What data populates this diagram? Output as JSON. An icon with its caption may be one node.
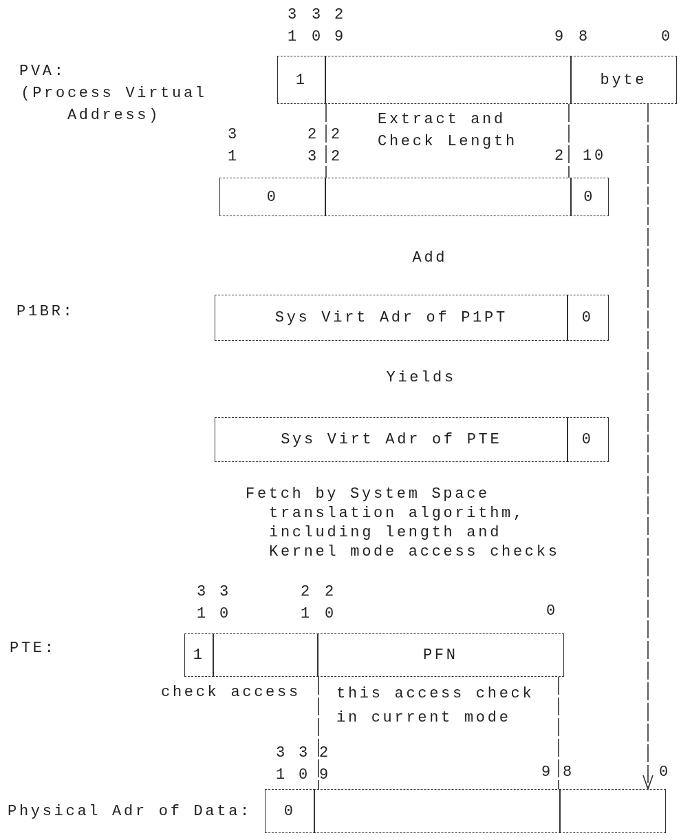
{
  "diagram": {
    "nodes": [
      {
        "text": [
          "1"
        ]
      },
      {
        "text": [],
        "shape": "box"
      },
      {
        "text": [
          "byte"
        ]
      },
      {
        "text": [
          "0"
        ]
      },
      {
        "text": [],
        "shape": "box"
      },
      {
        "text": [
          "0"
        ]
      },
      {
        "text": [
          "Sys Virt Adr of P1PT"
        ]
      },
      {
        "text": [
          "0"
        ]
      },
      {
        "text": [
          "Sys Virt Adr of PTE"
        ]
      },
      {
        "text": [
          "0"
        ]
      },
      {
        "text": [
          "1"
        ]
      },
      {
        "text": [],
        "shape": "box"
      },
      {
        "text": [
          "PFN"
        ]
      },
      {
        "text": [
          "0"
        ]
      },
      {
        "text": [],
        "shape": "box"
      },
      {
        "text": [],
        "shape": "box"
      }
    ],
    "edges": [
      {
        "from": 1,
        "to": 4,
        "arrow": "none"
      },
      {
        "from": 1,
        "to": 4,
        "arrow": "none"
      },
      {
        "from": 2,
        "to": 15,
        "arrow": "to"
      },
      {
        "from": 12,
        "to": 14,
        "arrow": "none"
      },
      {
        "from": 12,
        "to": 14,
        "arrow": "none"
      }
    ],
    "labels": [
      "31",
      "30",
      "29",
      "9",
      "8",
      "0",
      "PVA:",
      "(Process Virtual Address)",
      "31",
      "23",
      "22",
      "Extract and Check Length",
      "2",
      "10",
      "Add",
      "P1BR:",
      "Yields",
      "Fetch by System Space translation algorithm, including length and Kernel mode access checks",
      "31",
      "30",
      "21",
      "20",
      "0",
      "PTE:",
      "check access",
      "this access check in current mode",
      "31",
      "30",
      "29",
      "9",
      "8",
      "0",
      "Physical Adr of Data:"
    ]
  }
}
